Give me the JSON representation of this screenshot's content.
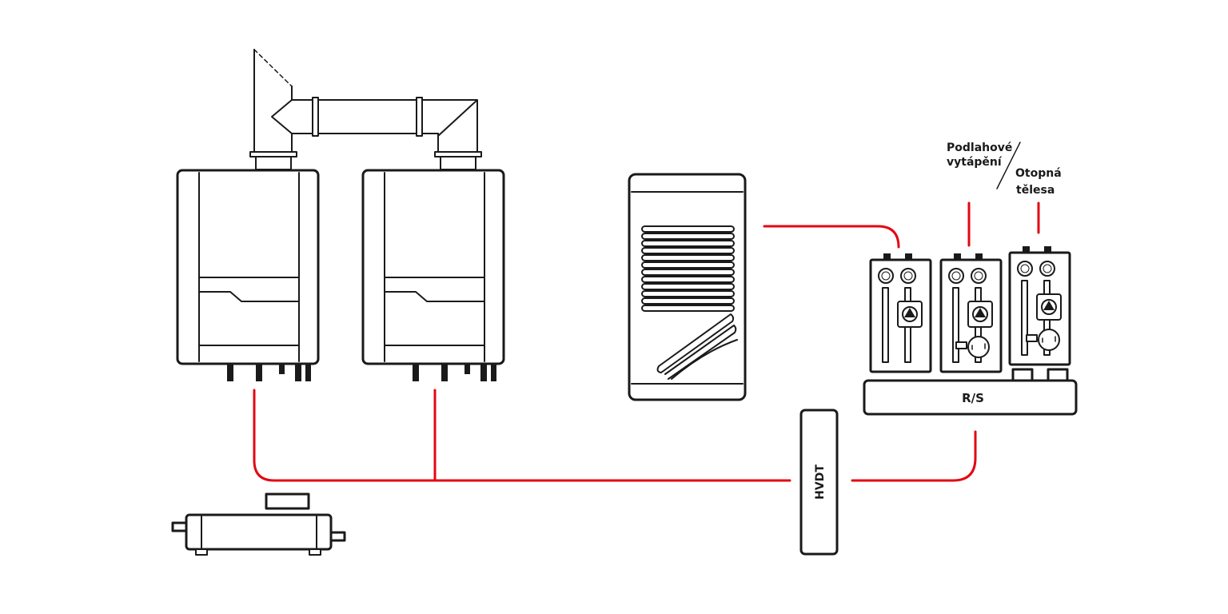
{
  "colors": {
    "line": "#1a1a1a",
    "pipe": "#e30613",
    "background": "#ffffff"
  },
  "labels": {
    "floor_heating_line1": "Podlahové",
    "floor_heating_line2": "vytápění",
    "radiators_line1": "Otopná",
    "radiators_line2": "tělesa",
    "manifold": "R/S",
    "hydraulic_separator": "HVDT"
  },
  "components": {
    "boilers": 2,
    "pump_groups": 3,
    "dhw_tank": "coil",
    "controller": "icon"
  }
}
